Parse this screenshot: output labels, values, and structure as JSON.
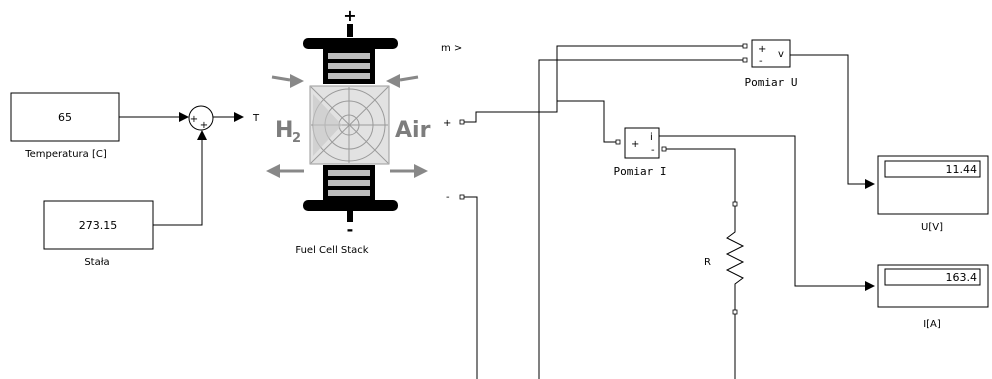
{
  "blocks": {
    "temperature": {
      "value": "65",
      "label": "Temperatura [C]"
    },
    "constant": {
      "value": "273.15",
      "label": "Stała"
    },
    "sum_signs": [
      "+",
      "+"
    ],
    "sum_output": "T",
    "fuel_cell": {
      "label": "Fuel Cell Stack",
      "h2": "H",
      "h2_sub": "2",
      "air": "Air",
      "plus_top": "+",
      "minus_bottom": "-",
      "port_m": "m >",
      "port_plus": "+",
      "port_minus": "-"
    },
    "voltage_meter": {
      "label": "Pomiar U",
      "plus": "+",
      "minus": "-",
      "out": "v"
    },
    "current_meter": {
      "label": "Pomiar I",
      "plus": "+",
      "minus": "-",
      "out": "i"
    },
    "resistor": {
      "label": "R"
    },
    "display_u": {
      "value": "11.44",
      "label": "U[V]"
    },
    "display_i": {
      "value": "163.4",
      "label": "I[A]"
    }
  }
}
